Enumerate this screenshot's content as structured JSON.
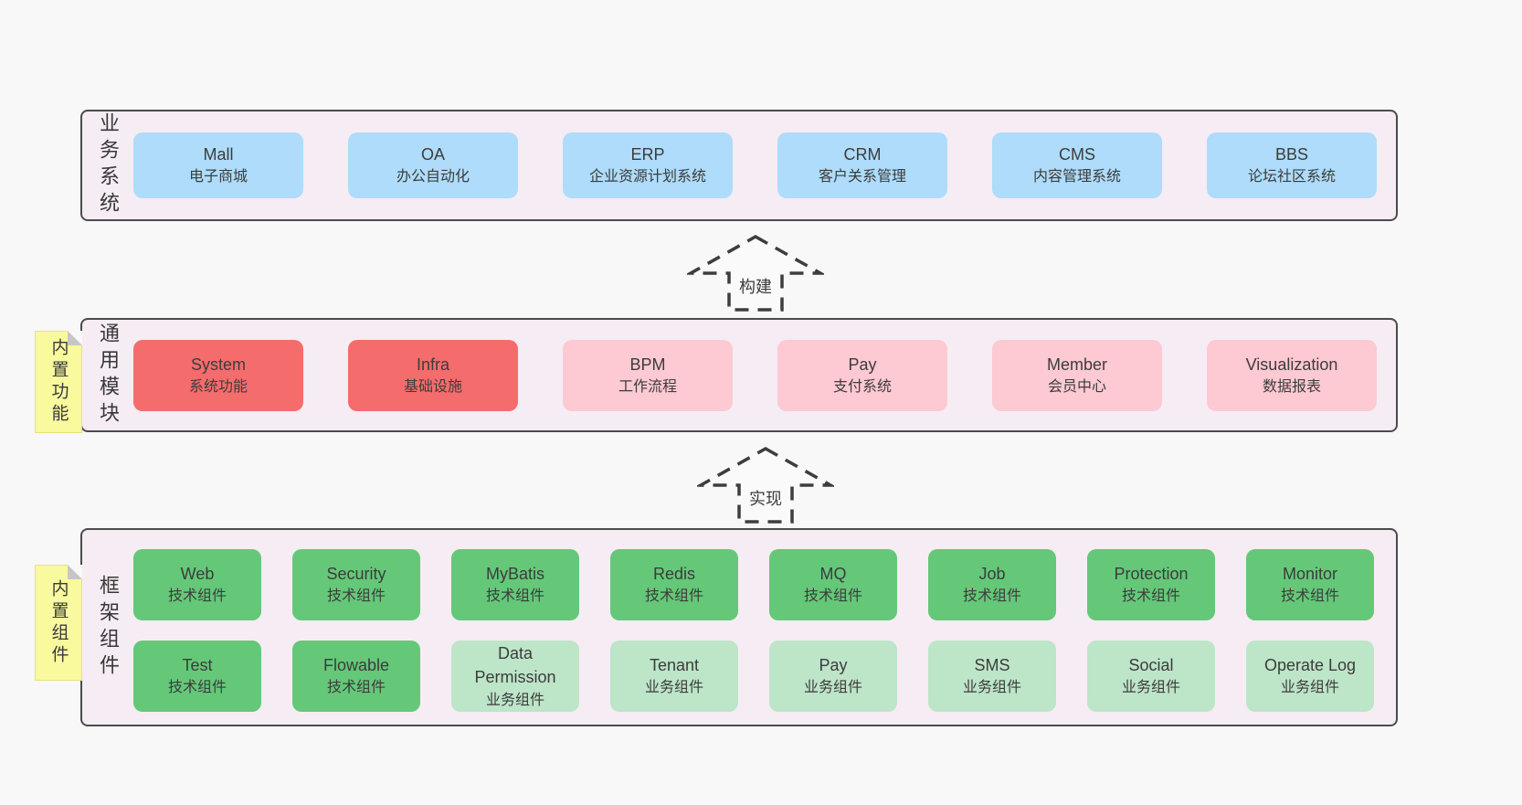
{
  "colors": {
    "page_bg": "#f8f8f8",
    "panel_bg": "#f6ecf4",
    "panel_border": "#4b4b4b",
    "blue_box": "#aedcfa",
    "red_box": "#f56c6c",
    "pink_box": "#fdc9d2",
    "green_box": "#64c878",
    "light_green_box": "#bde5c8",
    "sticky_note": "#f9f99e",
    "text": "#3c3c3c"
  },
  "business_systems": {
    "label": "业务系统",
    "boxes": [
      {
        "name": "Mall",
        "desc": "电子商城"
      },
      {
        "name": "OA",
        "desc": "办公自动化"
      },
      {
        "name": "ERP",
        "desc": "企业资源计划系统"
      },
      {
        "name": "CRM",
        "desc": "客户关系管理"
      },
      {
        "name": "CMS",
        "desc": "内容管理系统"
      },
      {
        "name": "BBS",
        "desc": "论坛社区系统"
      }
    ]
  },
  "arrows": {
    "build": "构建",
    "implement": "实现"
  },
  "common_modules": {
    "label": "通用模块",
    "note": "内置功能",
    "boxes": [
      {
        "name": "System",
        "desc": "系统功能",
        "variant": "red"
      },
      {
        "name": "Infra",
        "desc": "基础设施",
        "variant": "red"
      },
      {
        "name": "BPM",
        "desc": "工作流程",
        "variant": "pink"
      },
      {
        "name": "Pay",
        "desc": "支付系统",
        "variant": "pink"
      },
      {
        "name": "Member",
        "desc": "会员中心",
        "variant": "pink"
      },
      {
        "name": "Visualization",
        "desc": "数据报表",
        "variant": "pink"
      }
    ]
  },
  "framework_components": {
    "label": "框架组件",
    "note": "内置组件",
    "row1": [
      {
        "name": "Web",
        "desc": "技术组件",
        "variant": "green"
      },
      {
        "name": "Security",
        "desc": "技术组件",
        "variant": "green"
      },
      {
        "name": "MyBatis",
        "desc": "技术组件",
        "variant": "green"
      },
      {
        "name": "Redis",
        "desc": "技术组件",
        "variant": "green"
      },
      {
        "name": "MQ",
        "desc": "技术组件",
        "variant": "green"
      },
      {
        "name": "Job",
        "desc": "技术组件",
        "variant": "green"
      },
      {
        "name": "Protection",
        "desc": "技术组件",
        "variant": "green"
      },
      {
        "name": "Monitor",
        "desc": "技术组件",
        "variant": "green"
      }
    ],
    "row2": [
      {
        "name": "Test",
        "desc": "技术组件",
        "variant": "green"
      },
      {
        "name": "Flowable",
        "desc": "技术组件",
        "variant": "green"
      },
      {
        "name": "Data Permission",
        "desc": "业务组件",
        "variant": "green-light"
      },
      {
        "name": "Tenant",
        "desc": "业务组件",
        "variant": "green-light"
      },
      {
        "name": "Pay",
        "desc": "业务组件",
        "variant": "green-light"
      },
      {
        "name": "SMS",
        "desc": "业务组件",
        "variant": "green-light"
      },
      {
        "name": "Social",
        "desc": "业务组件",
        "variant": "green-light"
      },
      {
        "name": "Operate Log",
        "desc": "业务组件",
        "variant": "green-light"
      }
    ]
  }
}
